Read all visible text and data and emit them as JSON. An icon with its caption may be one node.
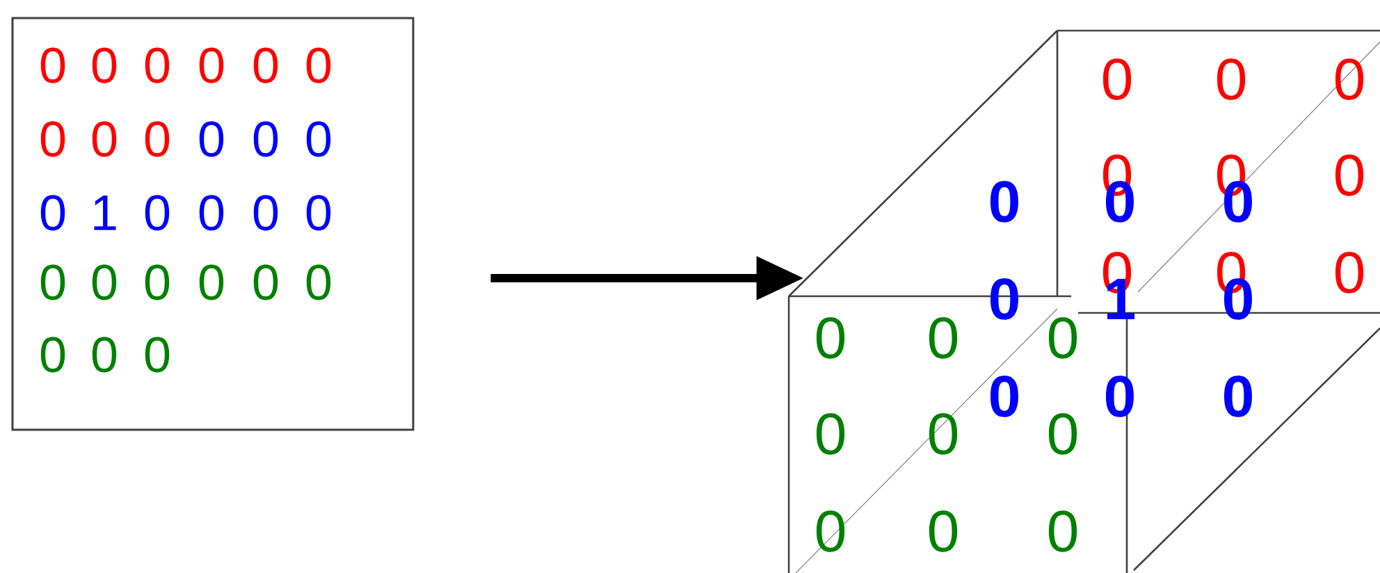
{
  "diagram": {
    "nodes": [
      {
        "text": [
          "0",
          "0",
          "0",
          "0",
          "0",
          "0",
          "0",
          "0",
          "0",
          "0",
          "0",
          "0",
          "0",
          "1",
          "0",
          "0",
          "0",
          "0",
          "0",
          "0",
          "0",
          "0",
          "0",
          "0",
          "0",
          "0",
          "0"
        ]
      },
      {
        "text": [
          "0",
          "0",
          "0",
          "0",
          "0",
          "0",
          "0",
          "0",
          "0",
          "0",
          "0",
          "0",
          "0",
          "1",
          "0",
          "0",
          "0",
          "0",
          "0",
          "0",
          "0",
          "0",
          "0",
          "0",
          "0",
          "0",
          "0"
        ]
      }
    ],
    "edges": [
      {
        "from": 0,
        "to": 1,
        "arrow": "to"
      }
    ]
  }
}
